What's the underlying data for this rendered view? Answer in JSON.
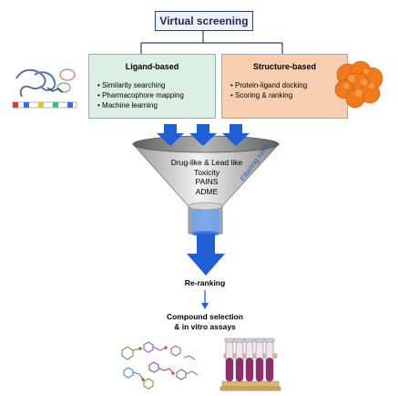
{
  "title": "Virtual screening",
  "ligand_based": {
    "title": "Ligand-based",
    "items": [
      "Similarity searching",
      "Pharmacophore mapping",
      "Machine learning"
    ]
  },
  "structure_based": {
    "title": "Structure-based",
    "items": [
      "Protein-ligand docking",
      "Scoring & ranking"
    ]
  },
  "funnel": {
    "items": [
      "Drug-like & Lead like",
      "Toxicity",
      "PAINS",
      "ADME"
    ],
    "side_label": "Filtering rules"
  },
  "reranking": "Re-ranking",
  "compound_selection": [
    "Compound selection",
    "& in vitro assays"
  ],
  "colors": {
    "title_border": "#2a3f6e",
    "ligand_fill": "#dcefe4",
    "structure_fill": "#f7cfb0",
    "arrow_blue": "#1f5fd6",
    "protein_orange": "#f07a1c"
  }
}
